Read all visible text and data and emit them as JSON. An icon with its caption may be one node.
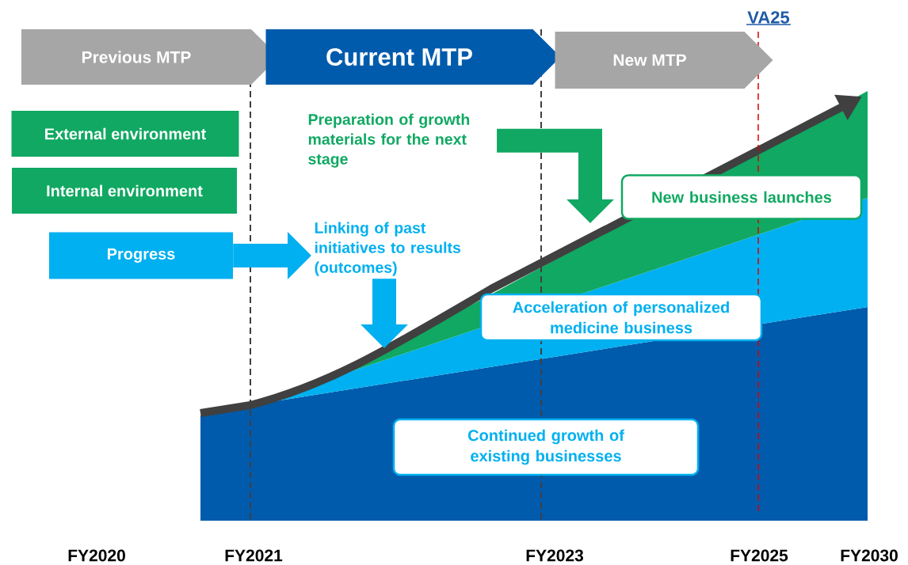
{
  "diagram": {
    "nodes": [
      {
        "text": [
          "Previous MTP"
        ]
      },
      {
        "text": [
          "Current MTP"
        ]
      },
      {
        "text": [
          "New MTP"
        ]
      },
      {
        "text": [
          "External environment"
        ]
      },
      {
        "text": [
          "Internal environment"
        ]
      },
      {
        "text": [
          "Progress"
        ]
      },
      {
        "text": [
          "Preparation of growth materials for the next stage"
        ]
      },
      {
        "text": [
          "Linking of past initiatives to results (outcomes)"
        ]
      },
      {
        "text": [
          "New business launches"
        ]
      },
      {
        "text": [
          "Acceleration of personalized medicine business"
        ]
      },
      {
        "text": [
          "Continued growth of existing businesses"
        ]
      }
    ],
    "edges": [
      {
        "from": 5,
        "to": 7,
        "arrow": "to"
      },
      {
        "from": 6,
        "to": null,
        "arrow": "to",
        "color": "#10a862"
      },
      {
        "from": 7,
        "to": null,
        "arrow": "to"
      }
    ],
    "labels": [
      "VA25",
      "FY2020",
      "FY2021",
      "FY2023",
      "FY2025",
      "FY2030"
    ]
  }
}
